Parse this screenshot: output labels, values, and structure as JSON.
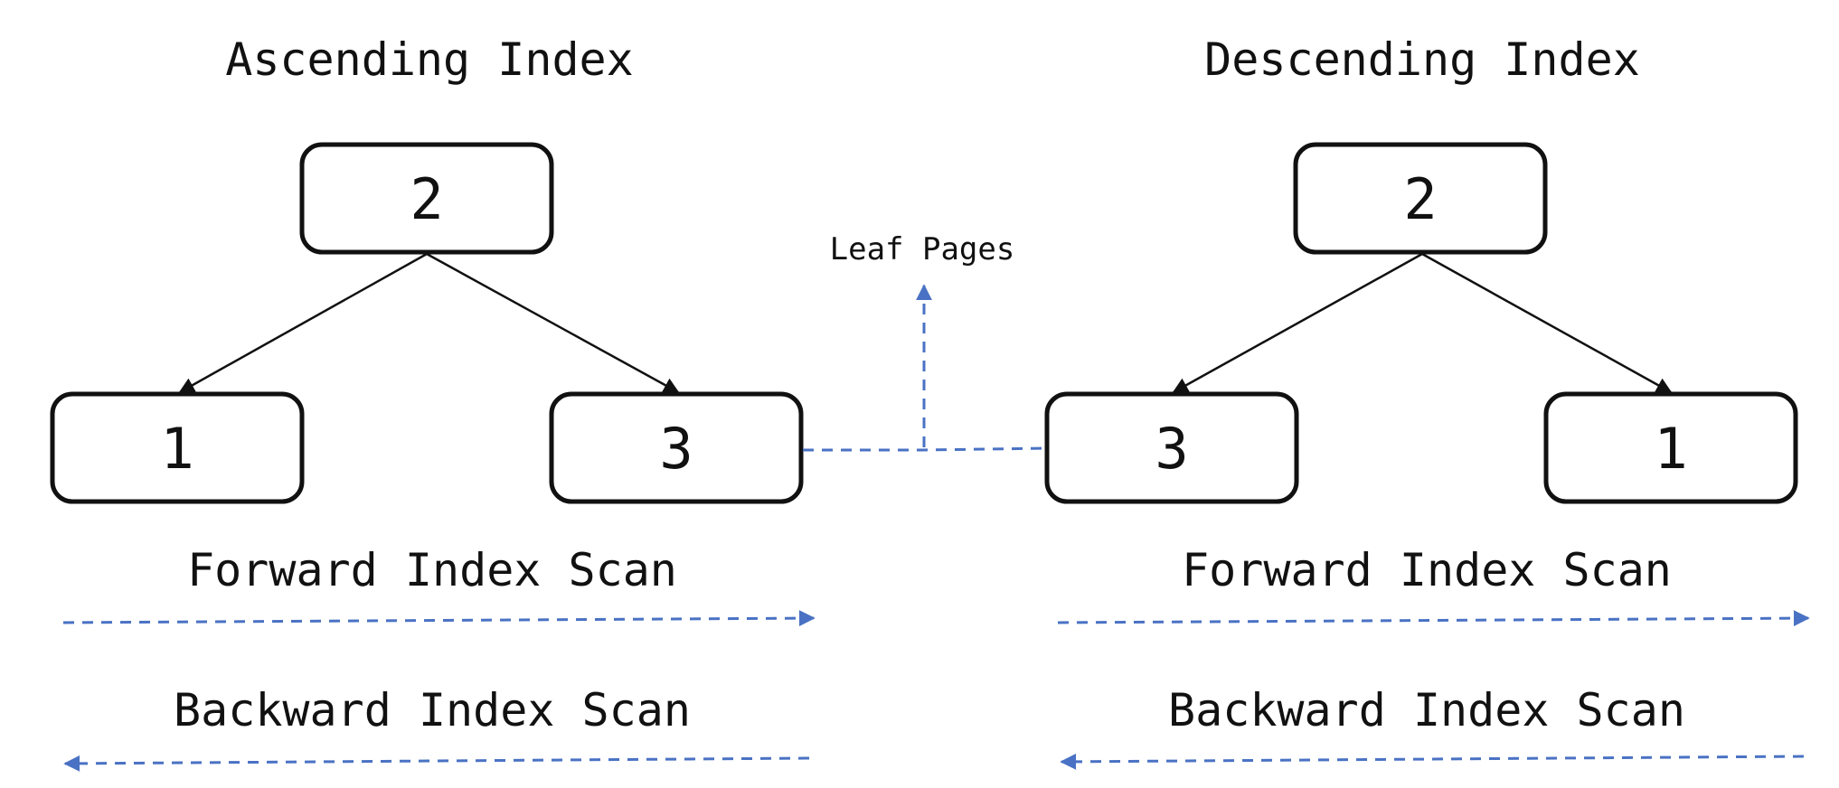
{
  "colors": {
    "ink": "#111111",
    "accent": "#4a72c4",
    "background": "#ffffff"
  },
  "ascending": {
    "title": "Ascending Index",
    "root": "2",
    "left_leaf": "1",
    "right_leaf": "3",
    "forward_label": "Forward Index Scan",
    "backward_label": "Backward Index Scan"
  },
  "descending": {
    "title": "Descending Index",
    "root": "2",
    "left_leaf": "3",
    "right_leaf": "1",
    "forward_label": "Forward Index Scan",
    "backward_label": "Backward Index Scan"
  },
  "leaf_pages_label": "Leaf Pages"
}
